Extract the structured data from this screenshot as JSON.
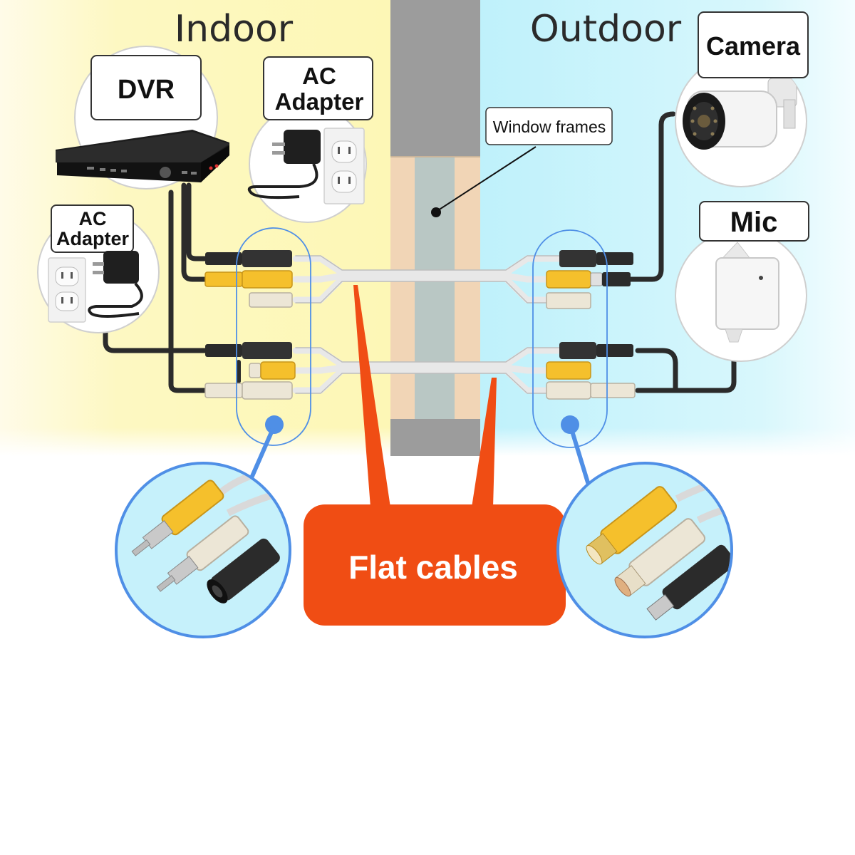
{
  "regions": {
    "indoor_title": "Indoor",
    "outdoor_title": "Outdoor"
  },
  "labels": {
    "dvr": "DVR",
    "ac_adapter_top_line1": "AC",
    "ac_adapter_top_line2": "Adapter",
    "ac_adapter_left_line1": "AC",
    "ac_adapter_left_line2": "Adapter",
    "camera": "Camera",
    "mic": "Mic",
    "window_frames": "Window frames",
    "flat_cables": "Flat cables"
  },
  "colors": {
    "indoor_bg": "#fdf9c4",
    "outdoor_bg": "#c9f3fb",
    "wall_gray": "#9c9c9c",
    "window_frame_tan": "#f1d5b6",
    "glass_gray": "#b9c7c4",
    "callout_orange": "#f04d14",
    "pointer_blue": "#4f8fe6",
    "rca_yellow": "#f5c02c",
    "rca_white": "#ece6d6",
    "dc_black": "#2b2b2b"
  },
  "icons": {
    "dvr": "dvr-recorder-icon",
    "camera": "bullet-camera-icon",
    "mic": "microphone-box-icon",
    "adapter": "ac-adapter-icon",
    "outlet": "wall-outlet-icon",
    "connectors_male": "rca-plug-icon",
    "connectors_female": "rca-jack-icon"
  }
}
